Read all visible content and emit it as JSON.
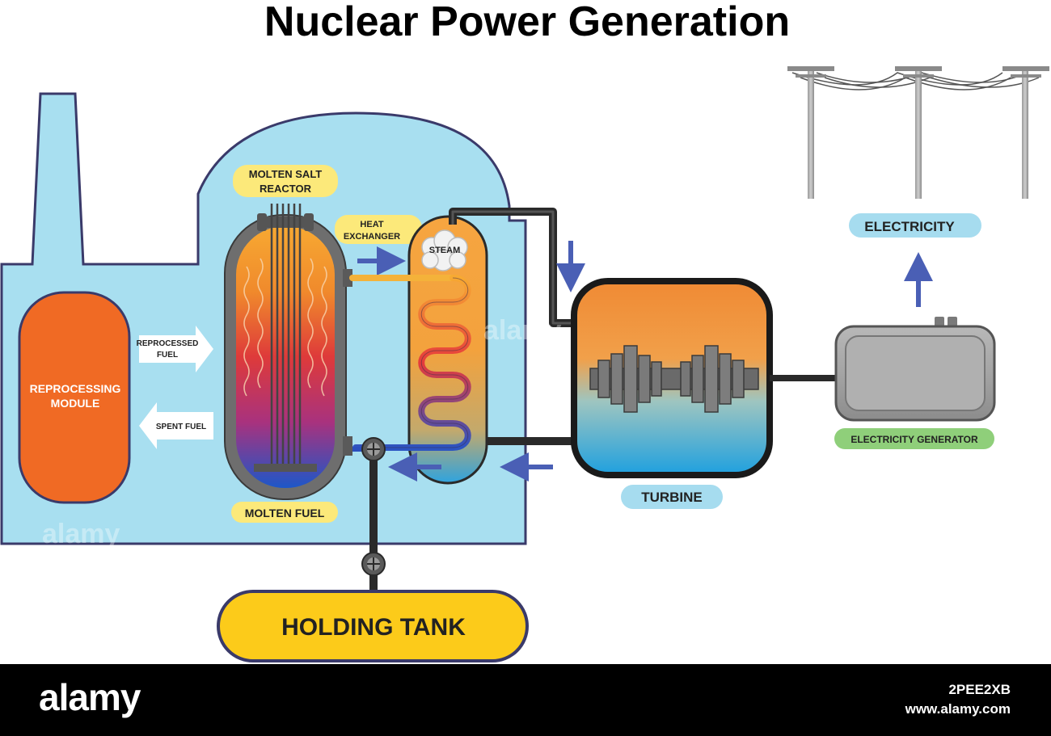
{
  "title": "Nuclear Power Generation",
  "labels": {
    "molten_salt_reactor_line1": "MOLTEN SALT",
    "molten_salt_reactor_line2": "REACTOR",
    "heat_exchanger_line1": "HEAT",
    "heat_exchanger_line2": "EXCHANGER",
    "steam": "STEAM",
    "reprocessing_line1": "REPROCESSING",
    "reprocessing_line2": "MODULE",
    "reprocessed_fuel_line1": "REPROCESSED",
    "reprocessed_fuel_line2": "FUEL",
    "spent_fuel": "SPENT FUEL",
    "molten_fuel": "MOLTEN FUEL",
    "turbine": "TURBINE",
    "electricity": "ELECTRICITY",
    "electricity_generator": "ELECTRICITY GENERATOR",
    "holding_tank": "HOLDING TANK"
  },
  "watermark": "alamy",
  "footer": {
    "logo": "alamy",
    "image_id": "2PEE2XB",
    "site": "www.alamy.com"
  },
  "colors": {
    "building": "#a8dff0",
    "outline": "#3a3a6a",
    "reprocessing": "#f06a24",
    "label_yellow": "#fce97a",
    "label_blue": "#a6dcef",
    "label_green": "#8fcf7a",
    "holding_tank": "#fccb1a",
    "arrow_blue": "#4a5fb5",
    "pipe": "#2a2a2a"
  }
}
